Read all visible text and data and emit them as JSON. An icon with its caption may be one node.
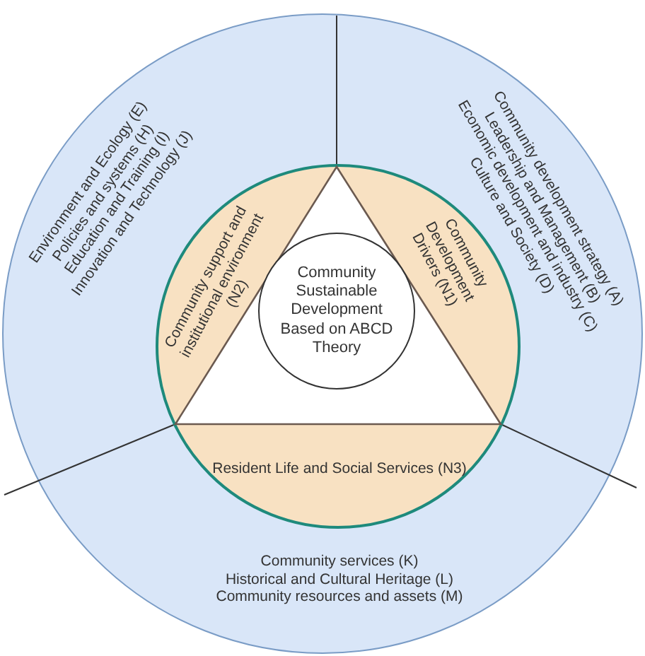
{
  "diagram": {
    "nodes": [
      {
        "text": [
          "Community Sustainable Development Based on ABCD Theory"
        ]
      },
      {
        "text": [
          "Community support and institutional environment (N2)"
        ]
      },
      {
        "text": [
          "Community Development Drivers (N1)"
        ]
      },
      {
        "text": [
          "Resident Life and Social Services (N3)"
        ]
      },
      {
        "text": [
          "Environment and Ecology (E)",
          "Policies and systems (H)",
          "Education and Training (I)",
          "Innovation and Technology (J)"
        ]
      },
      {
        "text": [
          "Community development strategy (A)",
          "Leadership and Management (B)",
          "Economic development and industry (C)",
          "Culture and Society (D)"
        ]
      },
      {
        "text": [
          "Community services (K)",
          "Historical and Cultural Heritage (L)",
          "Community resources and assets (M)"
        ]
      }
    ],
    "edges": []
  }
}
